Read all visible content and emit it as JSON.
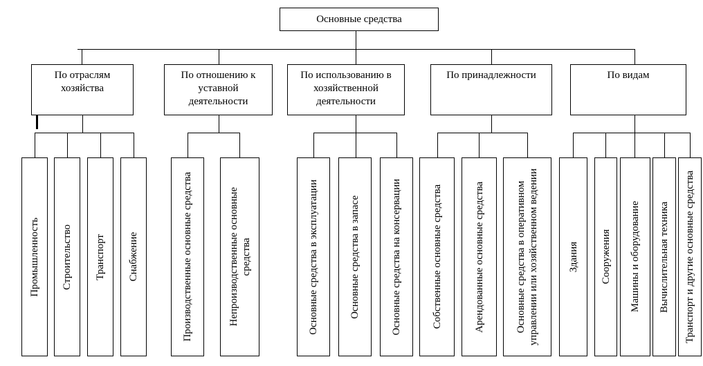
{
  "root": {
    "label": "Основные средства"
  },
  "categories": [
    {
      "label": "По отраслям\nхозяйства",
      "children": [
        "Промышленность",
        "Строительство",
        "Транспорт",
        "Снабжение"
      ]
    },
    {
      "label": "По отношению к\nуставной\nдеятельности",
      "children": [
        "Производственные основные средства",
        "Непроизводственные основные\nсредства"
      ]
    },
    {
      "label": "По использованию в\nхозяйственной\nдеятельности",
      "children": [
        "Основные средства в эксплуатации",
        "Основные средства в запасе",
        "Основные средства на консервации"
      ]
    },
    {
      "label": "По принадлежности",
      "children": [
        "Собственные основные средства",
        "Арендованные основные средства",
        "Основные средства в оперативном\nуправлении или хозяйственном ведении"
      ]
    },
    {
      "label": "По видам",
      "children": [
        "Здания",
        "Сооружения",
        "Машины и оборудование",
        "Вычислительная техника",
        "Транспорт и другие основные средства"
      ]
    }
  ],
  "colors": {
    "line": "#000000",
    "background": "#ffffff"
  }
}
